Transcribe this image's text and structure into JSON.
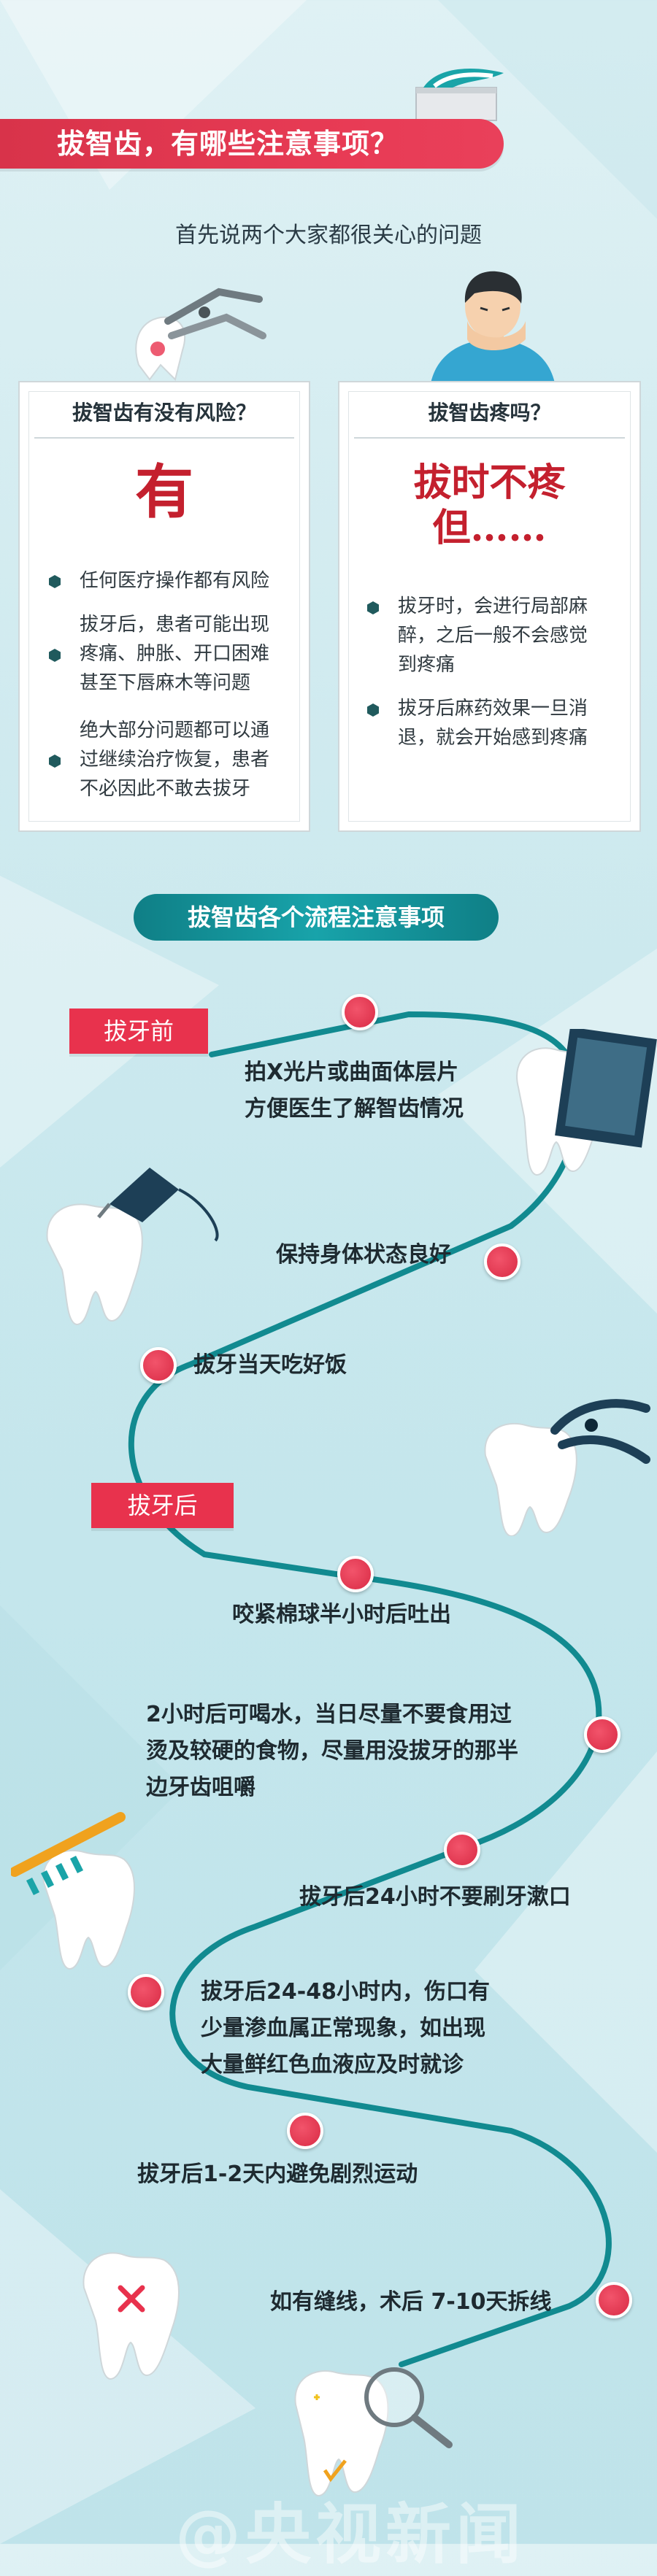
{
  "title": "拔智齿，有哪些注意事项？",
  "subtitle": "首先说两个大家都很关心的问题",
  "risk_card": {
    "heading": "拔智齿有没有风险？",
    "answer": "有",
    "bullets": [
      [
        "任何医疗操作都有风险"
      ],
      [
        "拔牙后，患者可能出现",
        "疼痛、肿胀、开口困难",
        "甚至下唇麻木等问题"
      ],
      [
        "绝大部分问题都可以通",
        "过继续治疗恢复，患者",
        "不必因此不敢去拔牙"
      ]
    ]
  },
  "pain_card": {
    "heading": "拔智齿疼吗？",
    "answer_line1": "拔时不疼",
    "answer_line2": "但……",
    "bullets": [
      [
        "拔牙时，会进行局部麻",
        "醉，之后一般不会感觉",
        "到疼痛"
      ],
      [
        "拔牙后麻药效果一旦消",
        "退，就会开始感到疼痛"
      ]
    ]
  },
  "section_title": "拔智齿各个流程注意事项",
  "before_tag": "拔牙前",
  "after_tag": "拔牙后",
  "before_steps": [
    [
      "拍X光片或曲面体层片",
      "方便医生了解智齿情况"
    ],
    [
      "保持身体状态良好"
    ],
    [
      "拔牙当天吃好饭"
    ]
  ],
  "after_steps": [
    [
      "咬紧棉球半小时后吐出"
    ],
    [
      "2小时后可喝水，当日尽量不要食用过",
      "烫及较硬的食物，尽量用没拔牙的那半",
      "边牙齿咀嚼"
    ],
    [
      "拔牙后24小时不要刷牙漱口"
    ],
    [
      "拔牙后24-48小时内，伤口有",
      "少量渗血属正常现象，如出现",
      "大量鲜红色血液应及时就诊"
    ],
    [
      "拔牙后1-2天内避免剧烈运动"
    ],
    [
      "如有缝线，术后 7-10天拆线"
    ]
  ],
  "watermark": "@央视新闻",
  "colors": {
    "red": "#e8324d",
    "teal": "#118a90",
    "dark": "#205a5d"
  }
}
